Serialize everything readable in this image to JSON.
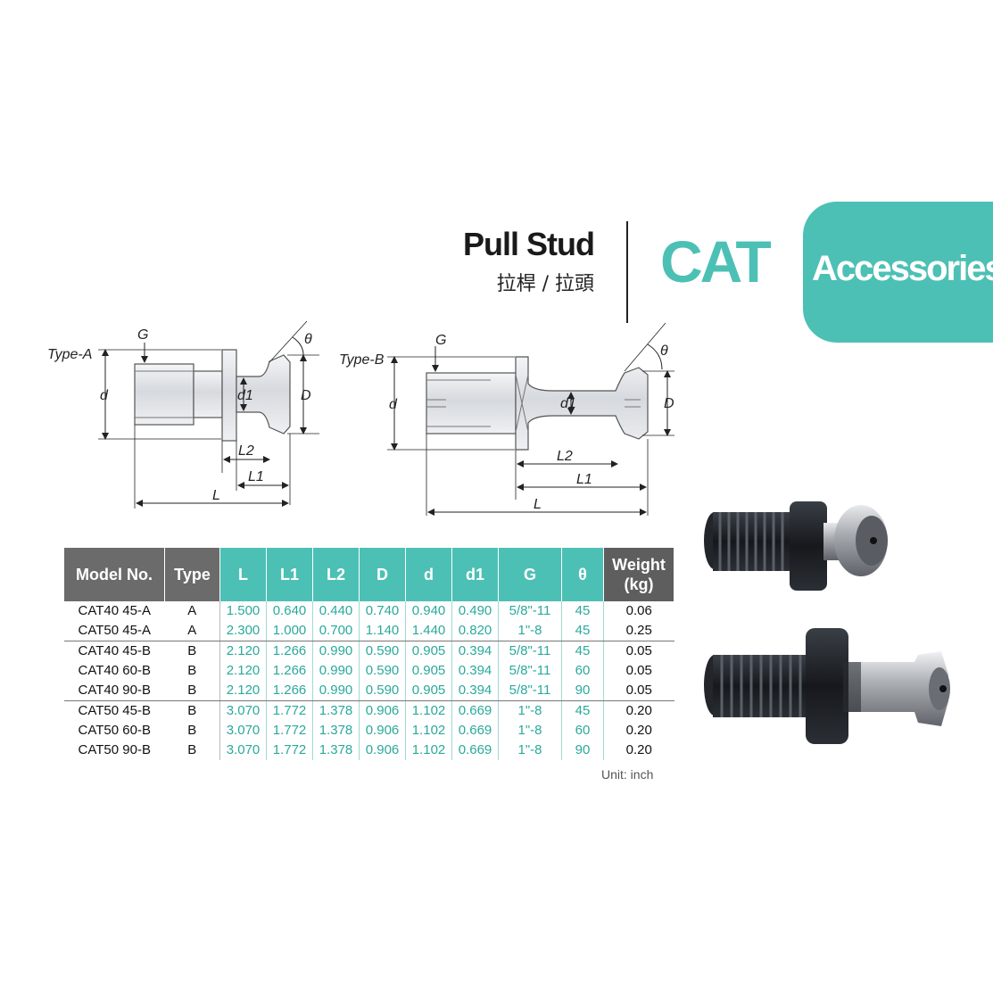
{
  "header": {
    "title_en": "Pull Stud",
    "title_zh": "拉桿 / 拉頭",
    "brand": "CAT",
    "tab_label": "Accessories"
  },
  "diagram_a": {
    "type_label": "Type-A",
    "labels": {
      "G": "G",
      "d": "d",
      "d1": "d1",
      "D": "D",
      "L": "L",
      "L1": "L1",
      "L2": "L2",
      "theta": "θ"
    }
  },
  "diagram_b": {
    "type_label": "Type-B",
    "labels": {
      "G": "G",
      "d": "d",
      "d1": "d1",
      "D": "D",
      "L": "L",
      "L1": "L1",
      "L2": "L2",
      "theta": "θ"
    }
  },
  "table": {
    "headers": [
      "Model No.",
      "Type",
      "L",
      "L1",
      "L2",
      "D",
      "d",
      "d1",
      "G",
      "θ",
      "Weight",
      "(kg)"
    ],
    "rows": [
      [
        "CAT40 45-A",
        "A",
        "1.500",
        "0.640",
        "0.440",
        "0.740",
        "0.940",
        "0.490",
        "5/8\"-11",
        "45",
        "0.06"
      ],
      [
        "CAT50 45-A",
        "A",
        "2.300",
        "1.000",
        "0.700",
        "1.140",
        "1.440",
        "0.820",
        "1\"-8",
        "45",
        "0.25"
      ],
      [
        "CAT40 45-B",
        "B",
        "2.120",
        "1.266",
        "0.990",
        "0.590",
        "0.905",
        "0.394",
        "5/8\"-11",
        "45",
        "0.05"
      ],
      [
        "CAT40 60-B",
        "B",
        "2.120",
        "1.266",
        "0.990",
        "0.590",
        "0.905",
        "0.394",
        "5/8\"-11",
        "60",
        "0.05"
      ],
      [
        "CAT40 90-B",
        "B",
        "2.120",
        "1.266",
        "0.990",
        "0.590",
        "0.905",
        "0.394",
        "5/8\"-11",
        "90",
        "0.05"
      ],
      [
        "CAT50 45-B",
        "B",
        "3.070",
        "1.772",
        "1.378",
        "0.906",
        "1.102",
        "0.669",
        "1\"-8",
        "45",
        "0.20"
      ],
      [
        "CAT50 60-B",
        "B",
        "3.070",
        "1.772",
        "1.378",
        "0.906",
        "1.102",
        "0.669",
        "1\"-8",
        "60",
        "0.20"
      ],
      [
        "CAT50 90-B",
        "B",
        "3.070",
        "1.772",
        "1.378",
        "0.906",
        "1.102",
        "0.669",
        "1\"-8",
        "90",
        "0.20"
      ]
    ],
    "unit": "Unit: inch"
  },
  "colors": {
    "accent": "#4dc0b5",
    "header_dark": "#6b6b6b",
    "value_text": "#2aa99c"
  }
}
